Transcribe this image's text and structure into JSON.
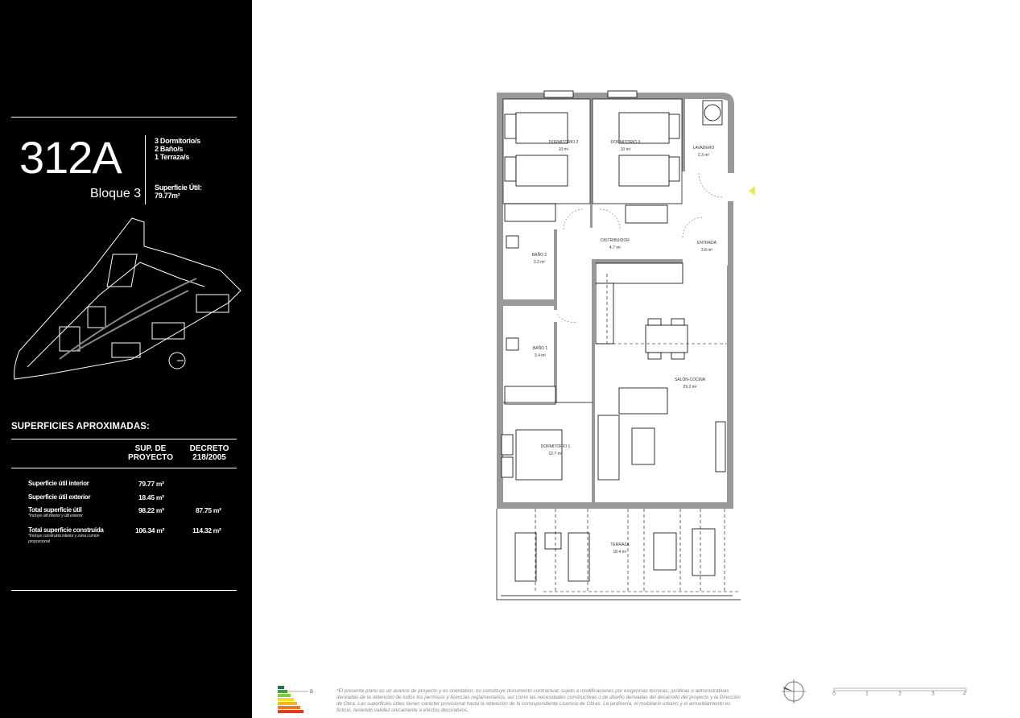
{
  "unit": {
    "code": "312A",
    "block": "Bloque 3",
    "features": [
      "3 Dormitorio/s",
      "2 Baño/s",
      "1 Terraza/s"
    ],
    "useful_area_label": "Superficie Útil:",
    "useful_area_value": "79.77m²"
  },
  "areas": {
    "title": "SUPERFICIES APROXIMADAS:",
    "columns": [
      {
        "line1": "SUP. DE",
        "line2": "PROYECTO"
      },
      {
        "line1": "DECRETO",
        "line2": "218/2005"
      }
    ],
    "rows": [
      {
        "label": "Superficie útil interior",
        "note": "",
        "project": "79.77 m²",
        "decree": ""
      },
      {
        "label": "Superficie útil exterior",
        "note": "",
        "project": "18.45 m²",
        "decree": ""
      },
      {
        "label": "Total superficie útil",
        "note": "*Incluye útil interior y útil exterior",
        "project": "98.22 m²",
        "decree": "87.75 m²"
      },
      {
        "label": "Total superficie construida",
        "note": "*Incluye construida interior y zona común proporcional",
        "project": "106.34 m²",
        "decree": "114.32 m²"
      }
    ]
  },
  "rooms": [
    {
      "name": "DORMITORIO 2",
      "area": "10 m²"
    },
    {
      "name": "DORMITORIO 3",
      "area": "10 m²"
    },
    {
      "name": "LAVADERO",
      "area": "2.3 m²"
    },
    {
      "name": "DISTRIBUIDOR",
      "area": "4.7 m²"
    },
    {
      "name": "ENTRADA",
      "area": "3.8 m²"
    },
    {
      "name": "BAÑO 2",
      "area": "3.2 m²"
    },
    {
      "name": "BAÑO 1",
      "area": "3.4 m²"
    },
    {
      "name": "SALÓN-COCINA",
      "area": "29.2 m²"
    },
    {
      "name": "DORMITORIO 1",
      "area": "12.7 m²"
    },
    {
      "name": "TERRAZA",
      "area": "18.4 m²"
    }
  ],
  "footer": {
    "legal": "*El presente plano es un avance de proyecto y es orientativo, no constituye documento contractual; sujeto a modificaciones por exigencias técnicas, jurídicas o administrativas derivadas de la obtención de todos los permisos y licencias reglamentarios, así como las necesidades constructivas o de diseño derivadas del desarrollo del proyecto y la Dirección de Obra. Las superficies útiles tienen carácter provisional hasta la obtención de la correspondiente Licencia de Obras. La jardinería, el mobiliario urbano y el amueblamiento es ficticio, teniendo validez únicamente a efectos decorativos.",
    "energy_rating": "B",
    "energy_colors": [
      "#1a7a3a",
      "#3aa43a",
      "#8cc63f",
      "#f0e020",
      "#f6b51a",
      "#ee7a1e",
      "#e03a24"
    ],
    "scale_ticks": [
      "0",
      "1",
      "2",
      "3",
      "4"
    ]
  }
}
